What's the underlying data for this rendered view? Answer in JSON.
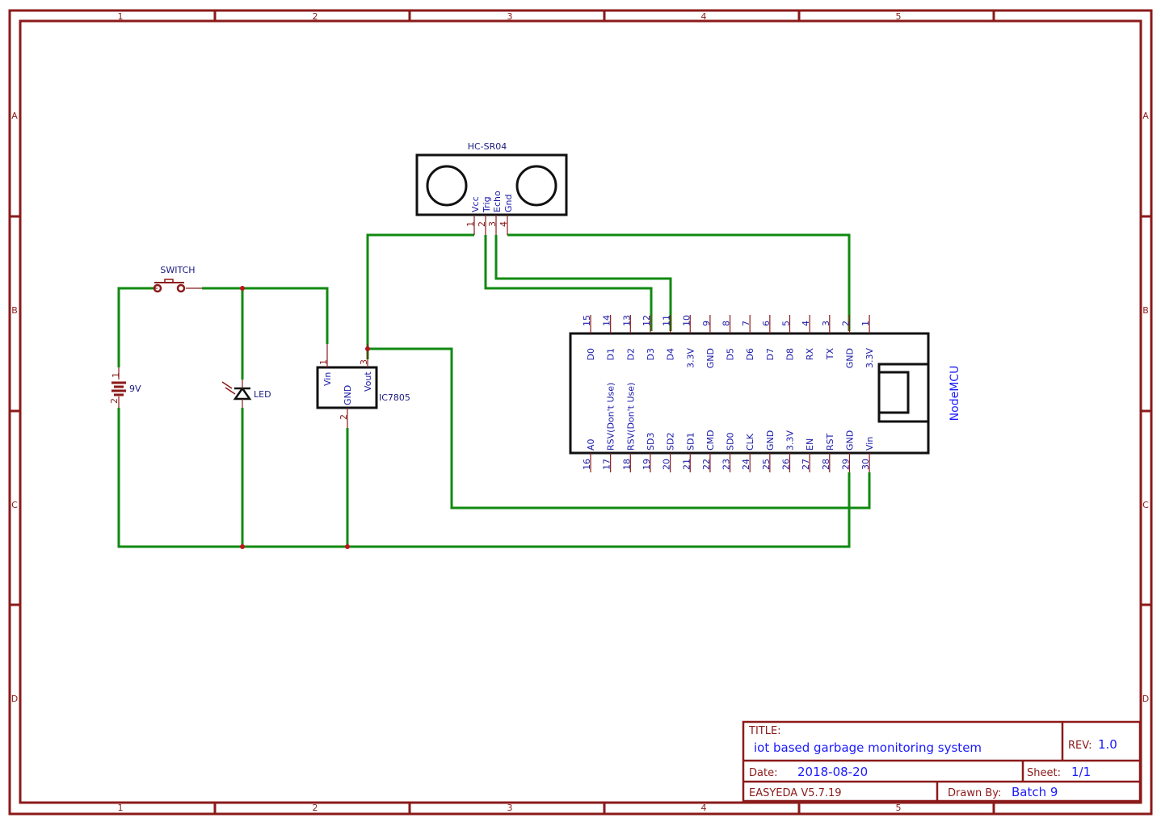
{
  "sheet": {
    "column_labels": [
      "1",
      "2",
      "3",
      "4",
      "5"
    ],
    "row_labels": [
      "A",
      "B",
      "C",
      "D"
    ]
  },
  "components": {
    "sensor": {
      "name": "HC-SR04",
      "pins": [
        {
          "num": "1",
          "name": "Vcc"
        },
        {
          "num": "2",
          "name": "Trig"
        },
        {
          "num": "3",
          "name": "Echo"
        },
        {
          "num": "4",
          "name": "Gnd"
        }
      ]
    },
    "switch": {
      "name": "SWITCH"
    },
    "battery": {
      "name": "9V",
      "pin_top": "1",
      "pin_bottom": "2"
    },
    "led": {
      "name": "LED"
    },
    "regulator": {
      "name": "IC7805",
      "pins": [
        {
          "num": "1",
          "name": "Vin"
        },
        {
          "num": "2",
          "name": "GND"
        },
        {
          "num": "3",
          "name": "Vout"
        }
      ]
    },
    "mcu": {
      "name": "NodeMCU",
      "top_pins": [
        {
          "num": "15",
          "name": "D0"
        },
        {
          "num": "14",
          "name": "D1"
        },
        {
          "num": "13",
          "name": "D2"
        },
        {
          "num": "12",
          "name": "D3"
        },
        {
          "num": "11",
          "name": "D4"
        },
        {
          "num": "10",
          "name": "3.3V"
        },
        {
          "num": "9",
          "name": "GND"
        },
        {
          "num": "8",
          "name": "D5"
        },
        {
          "num": "7",
          "name": "D6"
        },
        {
          "num": "6",
          "name": "D7"
        },
        {
          "num": "5",
          "name": "D8"
        },
        {
          "num": "4",
          "name": "RX"
        },
        {
          "num": "3",
          "name": "TX"
        },
        {
          "num": "2",
          "name": "GND"
        },
        {
          "num": "1",
          "name": "3.3V"
        }
      ],
      "bottom_pins": [
        {
          "num": "16",
          "name": "A0"
        },
        {
          "num": "17",
          "name": "RSV(Don't Use)"
        },
        {
          "num": "18",
          "name": "RSV(Don't Use)"
        },
        {
          "num": "19",
          "name": "SD3"
        },
        {
          "num": "20",
          "name": "SD2"
        },
        {
          "num": "21",
          "name": "SD1"
        },
        {
          "num": "22",
          "name": "CMD"
        },
        {
          "num": "23",
          "name": "SD0"
        },
        {
          "num": "24",
          "name": "CLK"
        },
        {
          "num": "25",
          "name": "GND"
        },
        {
          "num": "26",
          "name": "3.3V"
        },
        {
          "num": "27",
          "name": "EN"
        },
        {
          "num": "28",
          "name": "RST"
        },
        {
          "num": "29",
          "name": "GND"
        },
        {
          "num": "30",
          "name": "Vin"
        }
      ]
    }
  },
  "title_block": {
    "title_label": "TITLE:",
    "title": "iot based garbage monitoring system",
    "rev_label": "REV:",
    "rev": "1.0",
    "date_label": "Date:",
    "date": "2018-08-20",
    "sheet_label": "Sheet:",
    "sheet": "1/1",
    "tool": "EASYEDA V5.7.19",
    "drawn_by_label": "Drawn By:",
    "drawn_by": "Batch 9"
  },
  "colors": {
    "frame": "#8b1a1a",
    "wire": "#108a10",
    "component": "#111111",
    "pin_name": "#1a1aa8",
    "junction": "#c0141c",
    "title_value": "#1a1aff"
  }
}
